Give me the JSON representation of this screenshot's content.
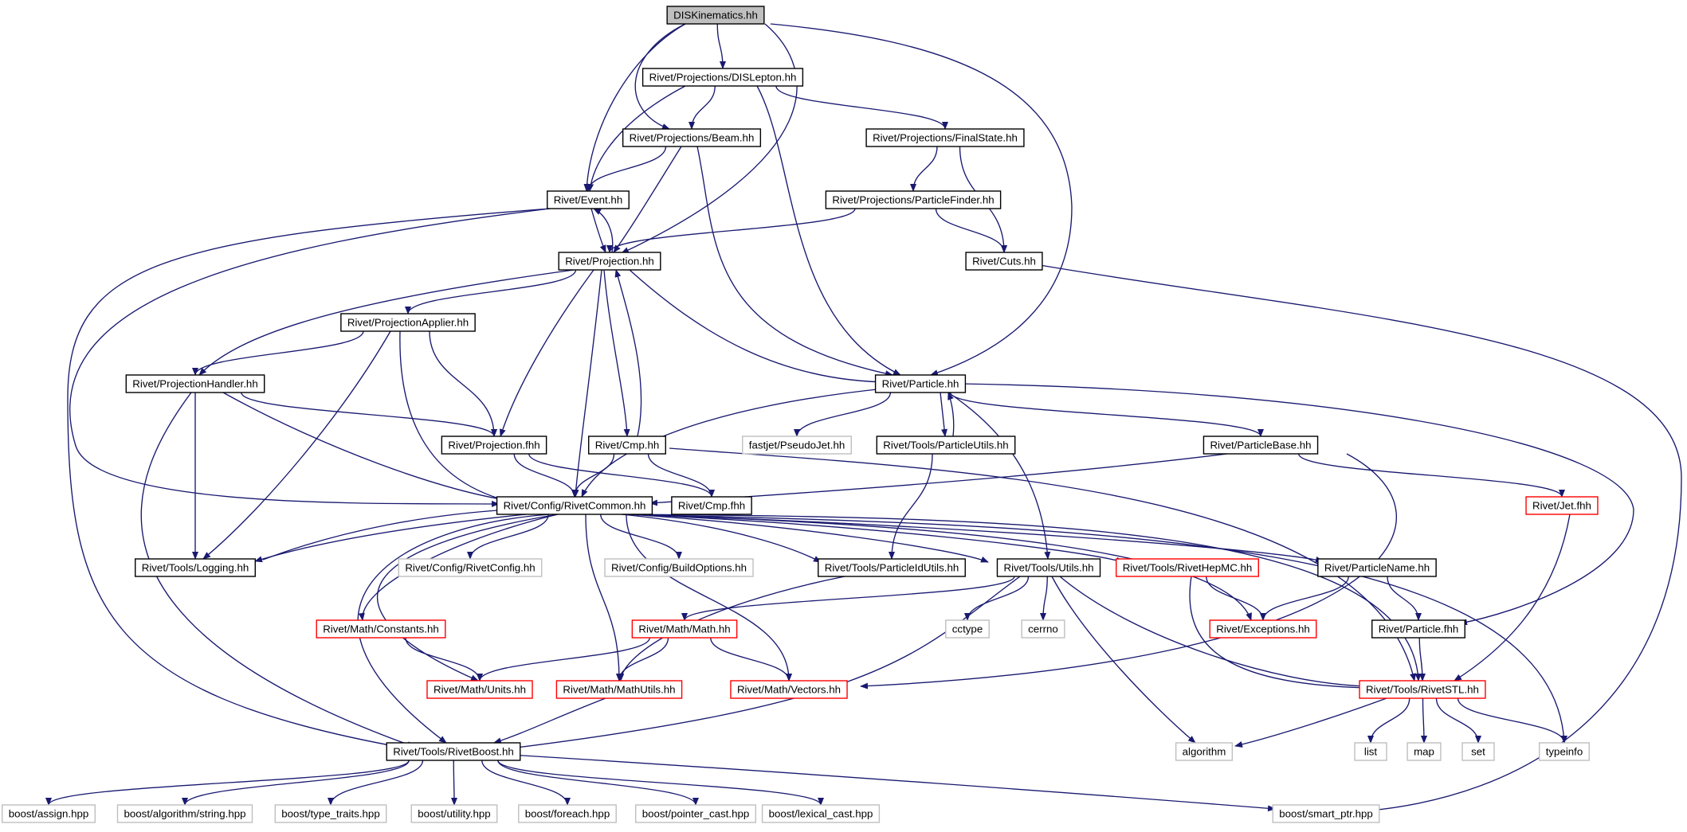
{
  "colors": {
    "edge": "#191970",
    "root_fill": "#bfbfbf",
    "doc_border": "#000000",
    "truncated_border": "#ff0000",
    "external_border": "#bfbfbf"
  },
  "graph": {
    "nodes": [
      {
        "id": "root",
        "label": "DISKinematics.hh",
        "kind": "root"
      },
      {
        "id": "dislepton",
        "label": "Rivet/Projections/DISLepton.hh",
        "kind": "doc"
      },
      {
        "id": "beam",
        "label": "Rivet/Projections/Beam.hh",
        "kind": "doc"
      },
      {
        "id": "finalstate",
        "label": "Rivet/Projections/FinalState.hh",
        "kind": "doc"
      },
      {
        "id": "event",
        "label": "Rivet/Event.hh",
        "kind": "doc"
      },
      {
        "id": "particlefinder",
        "label": "Rivet/Projections/ParticleFinder.hh",
        "kind": "doc"
      },
      {
        "id": "projection",
        "label": "Rivet/Projection.hh",
        "kind": "doc"
      },
      {
        "id": "cuts",
        "label": "Rivet/Cuts.hh",
        "kind": "doc"
      },
      {
        "id": "projapplier",
        "label": "Rivet/ProjectionApplier.hh",
        "kind": "doc"
      },
      {
        "id": "projhandler",
        "label": "Rivet/ProjectionHandler.hh",
        "kind": "doc"
      },
      {
        "id": "particle",
        "label": "Rivet/Particle.hh",
        "kind": "doc"
      },
      {
        "id": "projfhh",
        "label": "Rivet/Projection.fhh",
        "kind": "doc"
      },
      {
        "id": "cmp",
        "label": "Rivet/Cmp.hh",
        "kind": "doc"
      },
      {
        "id": "pseudojet",
        "label": "fastjet/PseudoJet.hh",
        "kind": "ext"
      },
      {
        "id": "particleutils",
        "label": "Rivet/Tools/ParticleUtils.hh",
        "kind": "doc"
      },
      {
        "id": "particlebase",
        "label": "Rivet/ParticleBase.hh",
        "kind": "doc"
      },
      {
        "id": "cmpfhh",
        "label": "Rivet/Cmp.fhh",
        "kind": "doc"
      },
      {
        "id": "jetfhh",
        "label": "Rivet/Jet.fhh",
        "kind": "trunc"
      },
      {
        "id": "rivetcommon",
        "label": "Rivet/Config/RivetCommon.hh",
        "kind": "doc"
      },
      {
        "id": "logging",
        "label": "Rivet/Tools/Logging.hh",
        "kind": "doc"
      },
      {
        "id": "rivetconfig",
        "label": "Rivet/Config/RivetConfig.hh",
        "kind": "ext"
      },
      {
        "id": "buildoptions",
        "label": "Rivet/Config/BuildOptions.hh",
        "kind": "ext"
      },
      {
        "id": "particleidutils",
        "label": "Rivet/Tools/ParticleIdUtils.hh",
        "kind": "doc"
      },
      {
        "id": "utils",
        "label": "Rivet/Tools/Utils.hh",
        "kind": "doc"
      },
      {
        "id": "rivethepmc",
        "label": "Rivet/Tools/RivetHepMC.hh",
        "kind": "trunc"
      },
      {
        "id": "particlename",
        "label": "Rivet/ParticleName.hh",
        "kind": "doc"
      },
      {
        "id": "constants",
        "label": "Rivet/Math/Constants.hh",
        "kind": "trunc"
      },
      {
        "id": "math",
        "label": "Rivet/Math/Math.hh",
        "kind": "trunc"
      },
      {
        "id": "cctype",
        "label": "cctype",
        "kind": "ext"
      },
      {
        "id": "cerrno",
        "label": "cerrno",
        "kind": "ext"
      },
      {
        "id": "exceptions",
        "label": "Rivet/Exceptions.hh",
        "kind": "trunc"
      },
      {
        "id": "particlefhh",
        "label": "Rivet/Particle.fhh",
        "kind": "doc"
      },
      {
        "id": "units",
        "label": "Rivet/Math/Units.hh",
        "kind": "trunc"
      },
      {
        "id": "mathutils",
        "label": "Rivet/Math/MathUtils.hh",
        "kind": "trunc"
      },
      {
        "id": "vectors",
        "label": "Rivet/Math/Vectors.hh",
        "kind": "trunc"
      },
      {
        "id": "rivetstl",
        "label": "Rivet/Tools/RivetSTL.hh",
        "kind": "trunc"
      },
      {
        "id": "rivetboost",
        "label": "Rivet/Tools/RivetBoost.hh",
        "kind": "doc"
      },
      {
        "id": "algorithm",
        "label": "algorithm",
        "kind": "ext"
      },
      {
        "id": "list",
        "label": "list",
        "kind": "ext"
      },
      {
        "id": "map",
        "label": "map",
        "kind": "ext"
      },
      {
        "id": "set",
        "label": "set",
        "kind": "ext"
      },
      {
        "id": "typeinfo",
        "label": "typeinfo",
        "kind": "ext"
      },
      {
        "id": "assign",
        "label": "boost/assign.hpp",
        "kind": "ext"
      },
      {
        "id": "algostring",
        "label": "boost/algorithm/string.hpp",
        "kind": "ext"
      },
      {
        "id": "typetraits",
        "label": "boost/type_traits.hpp",
        "kind": "ext"
      },
      {
        "id": "utility",
        "label": "boost/utility.hpp",
        "kind": "ext"
      },
      {
        "id": "foreach",
        "label": "boost/foreach.hpp",
        "kind": "ext"
      },
      {
        "id": "pointercast",
        "label": "boost/pointer_cast.hpp",
        "kind": "ext"
      },
      {
        "id": "lexicalcast",
        "label": "boost/lexical_cast.hpp",
        "kind": "ext"
      },
      {
        "id": "smartptr",
        "label": "boost/smart_ptr.hpp",
        "kind": "ext"
      }
    ],
    "edges": [
      [
        "root",
        "dislepton"
      ],
      [
        "root",
        "beam"
      ],
      [
        "root",
        "event"
      ],
      [
        "root",
        "projection"
      ],
      [
        "root",
        "particle"
      ],
      [
        "dislepton",
        "beam"
      ],
      [
        "dislepton",
        "finalstate"
      ],
      [
        "dislepton",
        "event"
      ],
      [
        "dislepton",
        "particle"
      ],
      [
        "beam",
        "event"
      ],
      [
        "beam",
        "projection"
      ],
      [
        "beam",
        "particle"
      ],
      [
        "finalstate",
        "particlefinder"
      ],
      [
        "finalstate",
        "cuts"
      ],
      [
        "particlefinder",
        "projection"
      ],
      [
        "particlefinder",
        "cuts"
      ],
      [
        "event",
        "projection"
      ],
      [
        "event",
        "rivetcommon"
      ],
      [
        "event",
        "rivetboost"
      ],
      [
        "projection",
        "event"
      ],
      [
        "projection",
        "projapplier"
      ],
      [
        "projection",
        "projhandler"
      ],
      [
        "projection",
        "particle"
      ],
      [
        "projection",
        "projfhh"
      ],
      [
        "projection",
        "cmp"
      ],
      [
        "projection",
        "rivetcommon"
      ],
      [
        "cmp",
        "projection"
      ],
      [
        "cmp",
        "rivetcommon"
      ],
      [
        "cmp",
        "cmpfhh"
      ],
      [
        "cmp",
        "rivetstl"
      ],
      [
        "cuts",
        "smartptr"
      ],
      [
        "projapplier",
        "projhandler"
      ],
      [
        "projapplier",
        "projfhh"
      ],
      [
        "projapplier",
        "rivetcommon"
      ],
      [
        "projapplier",
        "logging"
      ],
      [
        "projhandler",
        "projfhh"
      ],
      [
        "projhandler",
        "rivetcommon"
      ],
      [
        "projhandler",
        "logging"
      ],
      [
        "projhandler",
        "rivetboost"
      ],
      [
        "projfhh",
        "rivetcommon"
      ],
      [
        "projfhh",
        "cmpfhh"
      ],
      [
        "particle",
        "rivetcommon"
      ],
      [
        "particle",
        "pseudojet"
      ],
      [
        "particle",
        "particleutils"
      ],
      [
        "particle",
        "particlebase"
      ],
      [
        "particle",
        "utils"
      ],
      [
        "particle",
        "particlefhh"
      ],
      [
        "particleutils",
        "particle"
      ],
      [
        "particleutils",
        "particleidutils"
      ],
      [
        "particlebase",
        "rivetcommon"
      ],
      [
        "particlebase",
        "jetfhh"
      ],
      [
        "particlebase",
        "vectors"
      ],
      [
        "jetfhh",
        "rivetstl"
      ],
      [
        "rivetcommon",
        "logging"
      ],
      [
        "rivetcommon",
        "rivetconfig"
      ],
      [
        "rivetcommon",
        "buildoptions"
      ],
      [
        "rivetcommon",
        "particleidutils"
      ],
      [
        "rivetcommon",
        "utils"
      ],
      [
        "rivetcommon",
        "rivethepmc"
      ],
      [
        "rivetcommon",
        "particlename"
      ],
      [
        "rivetcommon",
        "constants"
      ],
      [
        "rivetcommon",
        "units"
      ],
      [
        "rivetcommon",
        "mathutils"
      ],
      [
        "rivetcommon",
        "vectors"
      ],
      [
        "rivetcommon",
        "exceptions"
      ],
      [
        "rivetcommon",
        "rivetstl"
      ],
      [
        "rivetcommon",
        "rivetboost"
      ],
      [
        "rivetcommon",
        "typeinfo"
      ],
      [
        "logging",
        "rivetcommon"
      ],
      [
        "particleidutils",
        "mathutils"
      ],
      [
        "utils",
        "math"
      ],
      [
        "utils",
        "cctype"
      ],
      [
        "utils",
        "cerrno"
      ],
      [
        "utils",
        "algorithm"
      ],
      [
        "utils",
        "rivetstl"
      ],
      [
        "utils",
        "rivetboost"
      ],
      [
        "rivethepmc",
        "exceptions"
      ],
      [
        "rivethepmc",
        "rivetstl"
      ],
      [
        "particlename",
        "exceptions"
      ],
      [
        "particlename",
        "particlefhh"
      ],
      [
        "particlefhh",
        "rivetstl"
      ],
      [
        "constants",
        "units"
      ],
      [
        "math",
        "units"
      ],
      [
        "math",
        "mathutils"
      ],
      [
        "math",
        "vectors"
      ],
      [
        "mathutils",
        "rivetboost"
      ],
      [
        "rivetstl",
        "algorithm"
      ],
      [
        "rivetstl",
        "list"
      ],
      [
        "rivetstl",
        "map"
      ],
      [
        "rivetstl",
        "set"
      ],
      [
        "rivetstl",
        "typeinfo"
      ],
      [
        "rivetboost",
        "assign"
      ],
      [
        "rivetboost",
        "algostring"
      ],
      [
        "rivetboost",
        "typetraits"
      ],
      [
        "rivetboost",
        "utility"
      ],
      [
        "rivetboost",
        "foreach"
      ],
      [
        "rivetboost",
        "pointercast"
      ],
      [
        "rivetboost",
        "lexicalcast"
      ],
      [
        "rivetboost",
        "smartptr"
      ]
    ]
  }
}
